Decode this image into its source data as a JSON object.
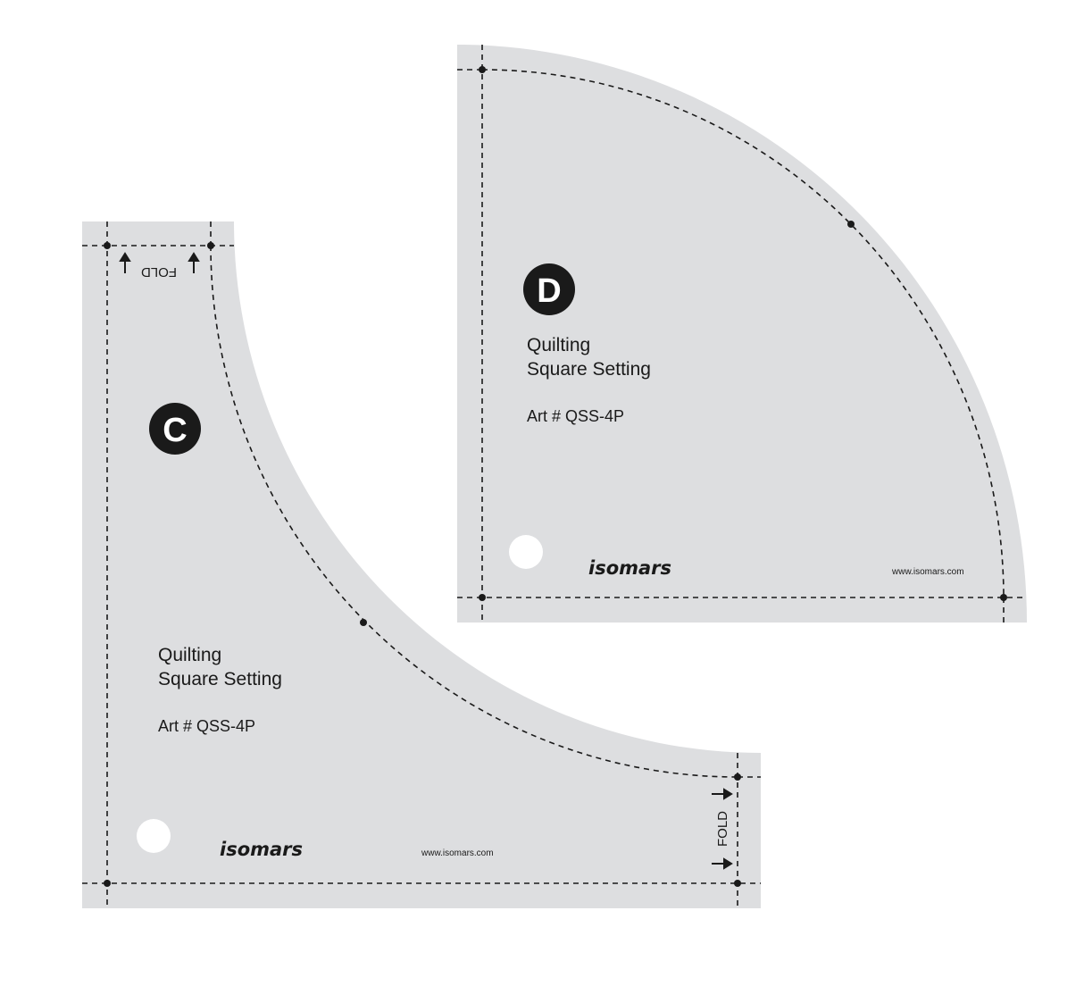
{
  "colors": {
    "template_fill": "#dddee0",
    "background": "#ffffff",
    "line": "#1a1a1a",
    "hole": "#ffffff"
  },
  "templates": [
    {
      "id": "C",
      "badge_letter": "C",
      "title_line1": "Quilting",
      "title_line2": "Square Setting",
      "art_number": "Art # QSS-4P",
      "brand": "isomars",
      "website": "www.isomars.com",
      "fold_labels": [
        "FOLD",
        "FOLD"
      ]
    },
    {
      "id": "D",
      "badge_letter": "D",
      "title_line1": "Quilting",
      "title_line2": "Square Setting",
      "art_number": "Art # QSS-4P",
      "brand": "isomars",
      "website": "www.isomars.com"
    }
  ]
}
